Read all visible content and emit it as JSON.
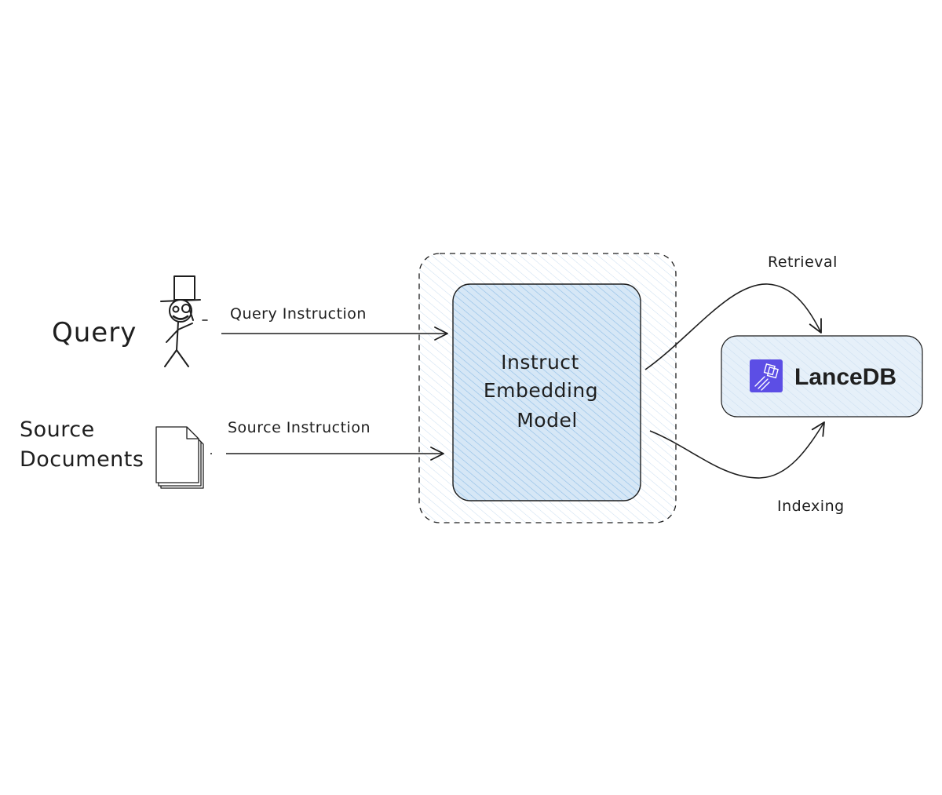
{
  "nodes": {
    "query_label": "Query",
    "source_label_line1": "Source",
    "source_label_line2": "Documents",
    "model_line1": "Instruct",
    "model_line2": "Embedding",
    "model_line3": "Model",
    "lancedb_label": "LanceDB"
  },
  "edges": {
    "query_instruction": "Query Instruction",
    "source_instruction": "Source Instruction",
    "retrieval": "Retrieval",
    "indexing": "Indexing"
  },
  "colors": {
    "model_fill": "#cfe3f5",
    "hatch": "#8dbde6",
    "lancedb_fill": "#e9f1f9",
    "lancedb_icon": "#5c4ee5",
    "stroke": "#1e1e1e"
  },
  "icons": {
    "person": "stick-figure-top-hat-icon",
    "documents": "document-stack-icon",
    "lancedb": "lancedb-logo-icon"
  }
}
